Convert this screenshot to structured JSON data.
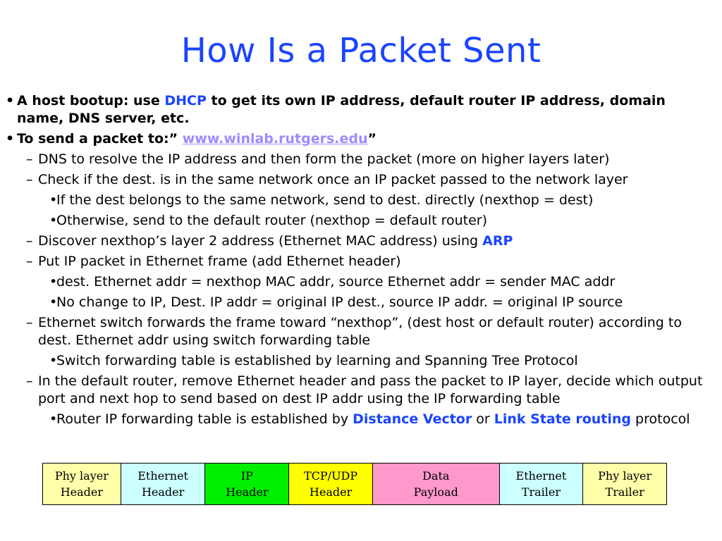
{
  "title": "How Is a Packet Sent",
  "bullets": [
    {
      "marker": "•",
      "segments": [
        {
          "text": "A host bootup: use "
        },
        {
          "text": "DHCP",
          "hl": true
        },
        {
          "text": " to get its own IP address, default router IP address, domain name, DNS server, etc."
        }
      ]
    },
    {
      "marker": "•",
      "segments": [
        {
          "text": "To send a packet to:” "
        },
        {
          "text": "www.winlab.rutgers.edu",
          "link": true
        },
        {
          "text": "”"
        }
      ]
    },
    {
      "marker": "–",
      "text": "DNS to resolve the IP address and then form the packet (more on higher layers later)"
    },
    {
      "marker": "–",
      "text": "Check if the dest. is in the same network once an IP packet passed to the network layer"
    },
    {
      "marker": "•",
      "text": "If the dest belongs to the same network, send to dest. directly (nexthop = dest)"
    },
    {
      "marker": "•",
      "text": "Otherwise, send to the default router (nexthop = default router)"
    },
    {
      "marker": "–",
      "segments": [
        {
          "text": "Discover nexthop’s layer 2 address (Ethernet MAC address) using "
        },
        {
          "text": "ARP",
          "hl": true
        }
      ]
    },
    {
      "marker": "–",
      "text": "Put IP packet in Ethernet frame (add Ethernet header)"
    },
    {
      "marker": "•",
      "text": "dest. Ethernet addr = nexthop MAC addr, source Ethernet addr = sender MAC addr"
    },
    {
      "marker": "•",
      "text": "No change to IP, Dest. IP addr = original IP dest., source IP addr. = original IP source"
    },
    {
      "marker": "–",
      "text": "Ethernet switch forwards the frame toward “nexthop”, (dest host or default router) according to dest. Ethernet addr using switch forwarding table"
    },
    {
      "marker": "•",
      "text": "Switch forwarding table is established by learning and Spanning Tree Protocol"
    },
    {
      "marker": "–",
      "text": "In the default router, remove Ethernet header and pass the packet to IP layer, decide which output port and next hop to send based on dest IP addr using the IP forwarding table"
    },
    {
      "marker": "•",
      "segments": [
        {
          "text": "Router IP forwarding table is established by "
        },
        {
          "text": "Distance Vector",
          "hl": true
        },
        {
          "text": " or "
        },
        {
          "text": "Link State routing",
          "hl": true
        },
        {
          "text": " protocol"
        }
      ]
    }
  ],
  "frame": [
    {
      "line1": "Phy layer",
      "line2": "Header",
      "color": "#ffffaa"
    },
    {
      "line1": "Ethernet",
      "line2": "Header",
      "color": "#ccffff"
    },
    {
      "line1": "IP",
      "line2": "Header",
      "color": "#00ee00"
    },
    {
      "line1": "TCP/UDP",
      "line2": "Header",
      "color": "#ffff00"
    },
    {
      "line1": "Data",
      "line2": "Payload",
      "color": "#ff99cc"
    },
    {
      "line1": "Ethernet",
      "line2": "Trailer",
      "color": "#ccffff"
    },
    {
      "line1": "Phy layer",
      "line2": "Trailer",
      "color": "#ffffaa"
    }
  ]
}
